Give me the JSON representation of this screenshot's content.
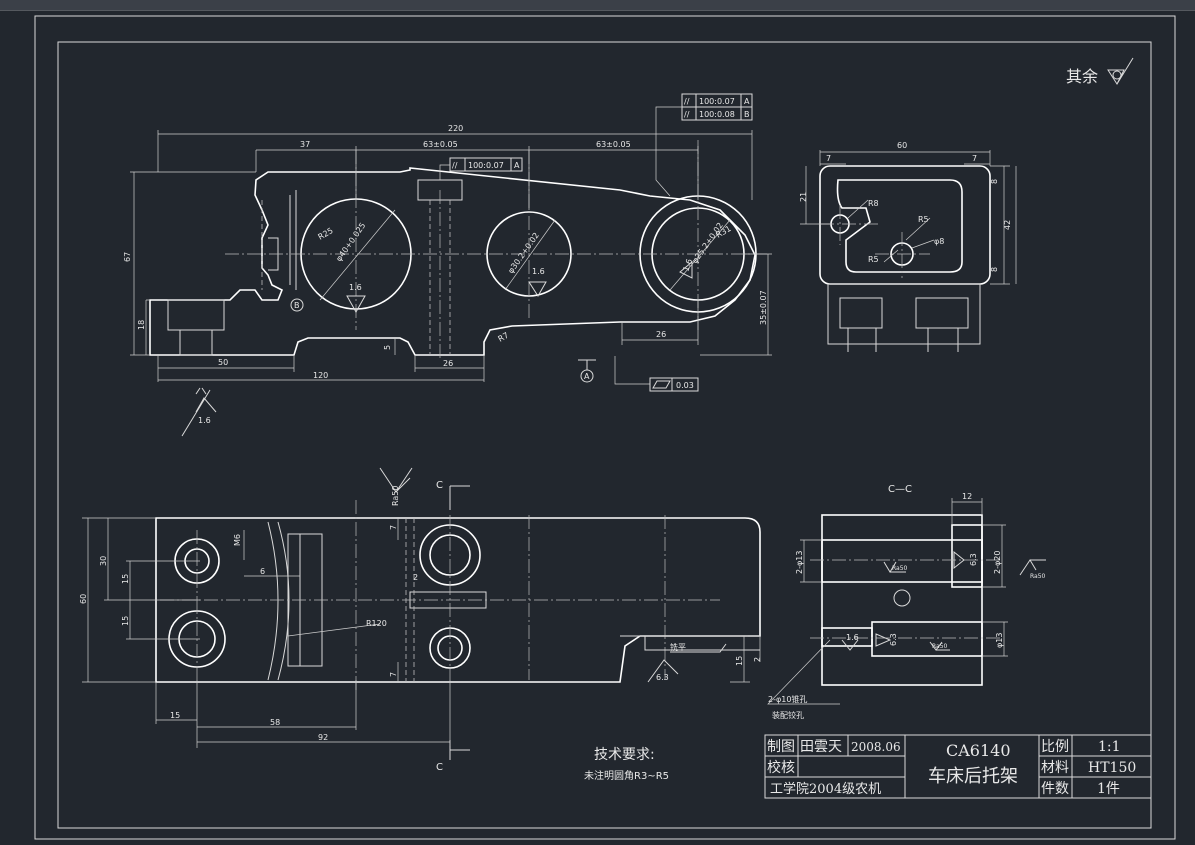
{
  "drawing": {
    "roughness_note": "其余",
    "view_front": {
      "dims": {
        "overall_length": "220",
        "left_offset": "37",
        "pitch_1": "63±0.05",
        "pitch_2": "63±0.05",
        "height": "67",
        "base_height": "18",
        "left_len": "50",
        "base_len": "120",
        "slot_width": "26",
        "slot_depth": "5",
        "right_len": "26",
        "center_height": "35±0.07",
        "r_left": "R25",
        "r_small": "R7",
        "bore_1": "φ40+0.025",
        "bore_2": "φ30.2+0.02",
        "bore_3": "φ25.2+0.02",
        "r_right": "R31",
        "rough_1": "1.6",
        "rough_2": "1.6",
        "rough_3": "1.6",
        "rough_base": "1.6",
        "datum_b": "B",
        "datum_a": "A",
        "flatness_val": "0.03"
      },
      "gdt_1": {
        "sym": "//",
        "val": "100:0.07",
        "ref": "A"
      },
      "gdt_2": {
        "sym": "//",
        "val": "100:0.08",
        "ref": "B"
      },
      "gdt_3": {
        "sym": "//",
        "val": "100:0.07",
        "ref": "A"
      }
    },
    "view_side": {
      "dims": {
        "width": "60",
        "edge_l": "7",
        "edge_r": "7",
        "hole_h": "21",
        "inner_h": "42",
        "top_gap": "8",
        "bot_gap": "8",
        "r1": "R8",
        "r2": "R5",
        "r3": "R5",
        "r4": "φ8"
      }
    },
    "view_top": {
      "dims": {
        "width": "60",
        "hole_pitch": "30",
        "half_1": "15",
        "half_2": "15",
        "thread": "M6",
        "off_6": "6",
        "gap_7a": "7",
        "gap_7b": "7",
        "val_2": "2",
        "radius": "R120",
        "rough_top": "Ra50",
        "len_15": "15",
        "len_58": "58",
        "len_92": "92",
        "side_15": "15",
        "side_2": "2",
        "rough_bot": "6.3",
        "flat_note": "铣平",
        "cut_top": "C",
        "cut_bot": "C"
      }
    },
    "view_section": {
      "title": "C—C",
      "dims": {
        "top": "12",
        "hole_13": "2-φ13",
        "hole_20": "2-φ20",
        "depth": "6.3",
        "rough_r": "Ra50",
        "rough_in": "Ra50",
        "rough_l": "1.6",
        "depth_b": "6.3",
        "bot_13": "φ13",
        "rough_b2": "Ra50"
      },
      "note_1": "2-φ10锥孔",
      "note_2": "装配铰孔"
    },
    "tech_req": {
      "title": "技术要求:",
      "item": "未注明圆角R3~R5"
    }
  },
  "title_block": {
    "draw_label": "制图",
    "drawer": "田雲天",
    "date": "2008.06",
    "check_label": "校核",
    "school": "工学院2004级农机",
    "model": "CA6140",
    "part_name": "车床后托架",
    "scale_label": "比例",
    "scale": "1:1",
    "material_label": "材料",
    "material": "HT150",
    "qty_label": "件数",
    "qty": "1件"
  },
  "colors": {
    "background": "#22272e",
    "line": "#d9d9d9"
  }
}
